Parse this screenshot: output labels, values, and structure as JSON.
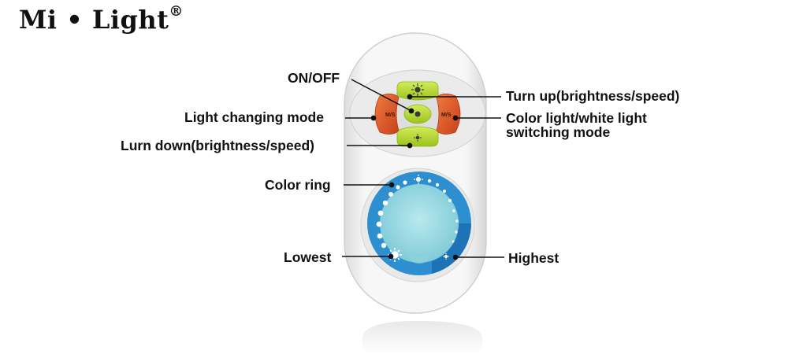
{
  "brand": {
    "name_left": "Mi",
    "separator": "•",
    "name_right": "Light",
    "registered": "®"
  },
  "labels": {
    "on_off": "ON/OFF",
    "light_changing_mode": "Light changing mode",
    "turn_down": "Lurn down(brightness/speed)",
    "color_ring": "Color ring",
    "lowest": "Lowest",
    "turn_up": "Turn up(brightness/speed)",
    "color_white_line1": "Color light/white light",
    "color_white_line2": "switching mode",
    "highest": "Highest"
  },
  "buttons": {
    "left_mode_glyph": "M/S",
    "right_mode_glyph": "M/S"
  },
  "colors": {
    "green_button": "#b4d72e",
    "orange_button": "#e2582a",
    "ring_blue": "#2d8fd0",
    "center_cyan": "#8fd3dd",
    "remote_body": "#f4f4f4"
  }
}
